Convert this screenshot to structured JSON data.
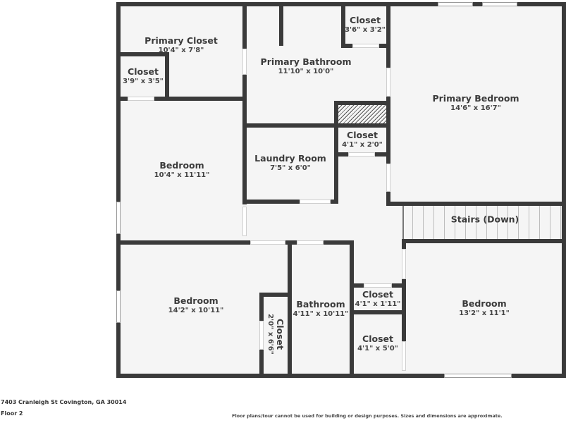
{
  "plan": {
    "floor_label": "Floor 2",
    "address": "7403 Cranleigh St Covington, GA 30014",
    "disclaimer": "Floor plans/tour cannot be used for building or design purposes. Sizes and dimensions are approximate.",
    "colors": {
      "wall": "#3a3a3a",
      "floor": "#f5f5f5",
      "text": "#3b3b3b"
    },
    "rooms": [
      {
        "name": "Primary Closet",
        "dimensions": "10'4\" x 7'8\""
      },
      {
        "name": "Closet",
        "dimensions": "3'9\" x 3'5\""
      },
      {
        "name": "Primary Bathroom",
        "dimensions": "11'10\" x 10'0\""
      },
      {
        "name": "Closet",
        "dimensions": "3'6\" x 3'2\""
      },
      {
        "name": "Primary Bedroom",
        "dimensions": "14'6\" x 16'7\""
      },
      {
        "name": "Closet",
        "dimensions": "4'1\" x 2'0\""
      },
      {
        "name": "Laundry Room",
        "dimensions": "7'5\" x 6'0\""
      },
      {
        "name": "Bedroom",
        "dimensions": "10'4\" x 11'11\""
      },
      {
        "name": "Stairs (Down)",
        "dimensions": ""
      },
      {
        "name": "Bedroom",
        "dimensions": "14'2\" x 10'11\""
      },
      {
        "name": "Closet",
        "dimensions": "2'0\" x 6'6\""
      },
      {
        "name": "Bathroom",
        "dimensions": "4'11\" x 10'11\""
      },
      {
        "name": "Closet",
        "dimensions": "4'1\" x 1'11\""
      },
      {
        "name": "Closet",
        "dimensions": "4'1\" x 5'0\""
      },
      {
        "name": "Bedroom",
        "dimensions": "13'2\" x 11'1\""
      }
    ]
  }
}
